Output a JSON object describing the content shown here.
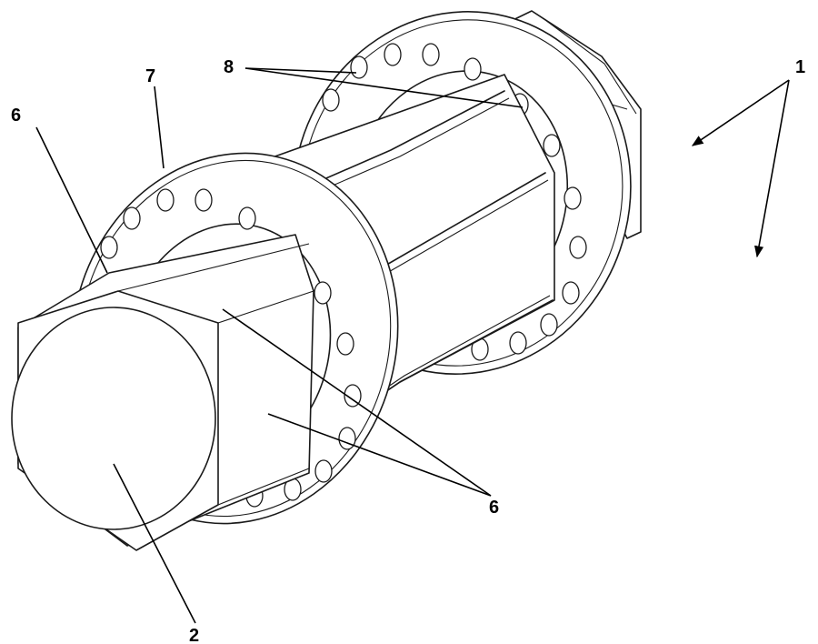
{
  "figure": {
    "labels": {
      "assembly": "1",
      "end_face": "2",
      "hex_faces_left": "6",
      "hex_faces_right": "6",
      "flange": "7",
      "bolt_holes": "8"
    }
  },
  "colors": {
    "ink": "#1a1a1a",
    "paper": "#ffffff"
  }
}
